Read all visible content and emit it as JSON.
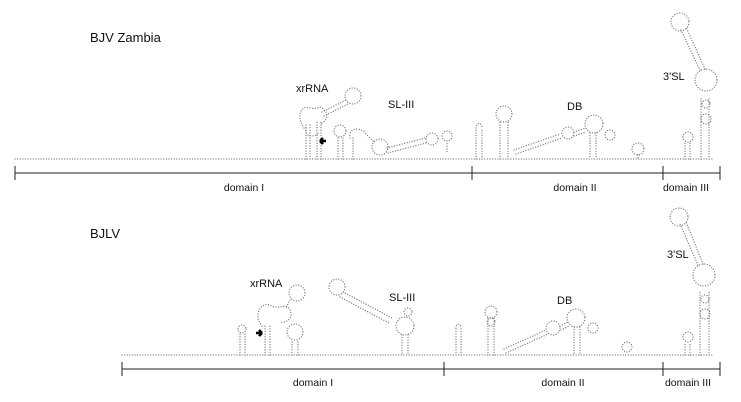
{
  "panels": [
    {
      "title": "BJV Zambia",
      "labels": {
        "xrrna": "xrRNA",
        "sl3": "SL-III",
        "db": "DB",
        "sl3p": "3'SL"
      },
      "domains": [
        "domain I",
        "domain II",
        "domain III"
      ]
    },
    {
      "title": "BJLV",
      "labels": {
        "xrrna": "xrRNA",
        "sl3": "SL-III",
        "db": "DB",
        "sl3p": "3'SL"
      },
      "domains": [
        "domain I",
        "domain II",
        "domain III"
      ]
    }
  ]
}
